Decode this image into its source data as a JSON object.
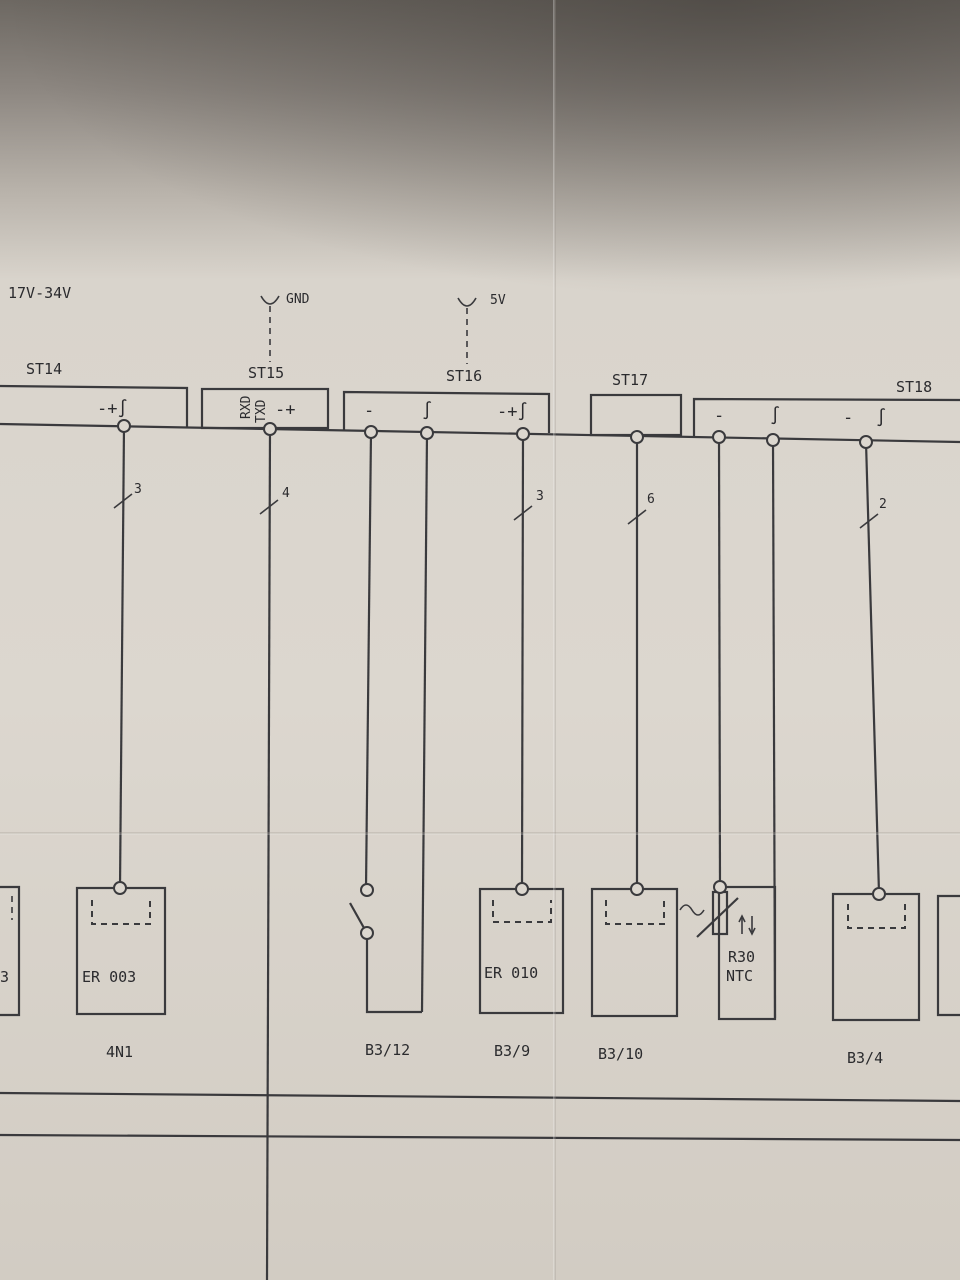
{
  "supply": {
    "voltage": "17V-34V",
    "gnd": "GND",
    "v5": "5V"
  },
  "connectors": {
    "st14": "ST14",
    "st15": "ST15",
    "st16": "ST16",
    "st17": "ST17",
    "st18": "ST18"
  },
  "pins": {
    "st14": "-+∫",
    "st15_rxd": "RXD",
    "st15_txd": "TXD",
    "st15_pm": "-+",
    "st16_minus": "-",
    "st16_sig": "∫",
    "st16_pm_sig": "-+∫",
    "st18_minus1": "-",
    "st18_sig1": "∫",
    "st18_minus2": "-",
    "st18_sig2": "∫"
  },
  "wire_counts": {
    "w1": "3",
    "w2": "4",
    "w3": "3",
    "w4": "6",
    "w5": "2"
  },
  "devices": {
    "left_partial": "3",
    "er003": "ER 003",
    "er010": "ER 010",
    "r30": "R30",
    "ntc": "NTC"
  },
  "refs": {
    "n1": "4N1",
    "b3_12": "B3/12",
    "b3_9": "B3/9",
    "b3_10": "B3/10",
    "b3_4": "B3/4"
  }
}
